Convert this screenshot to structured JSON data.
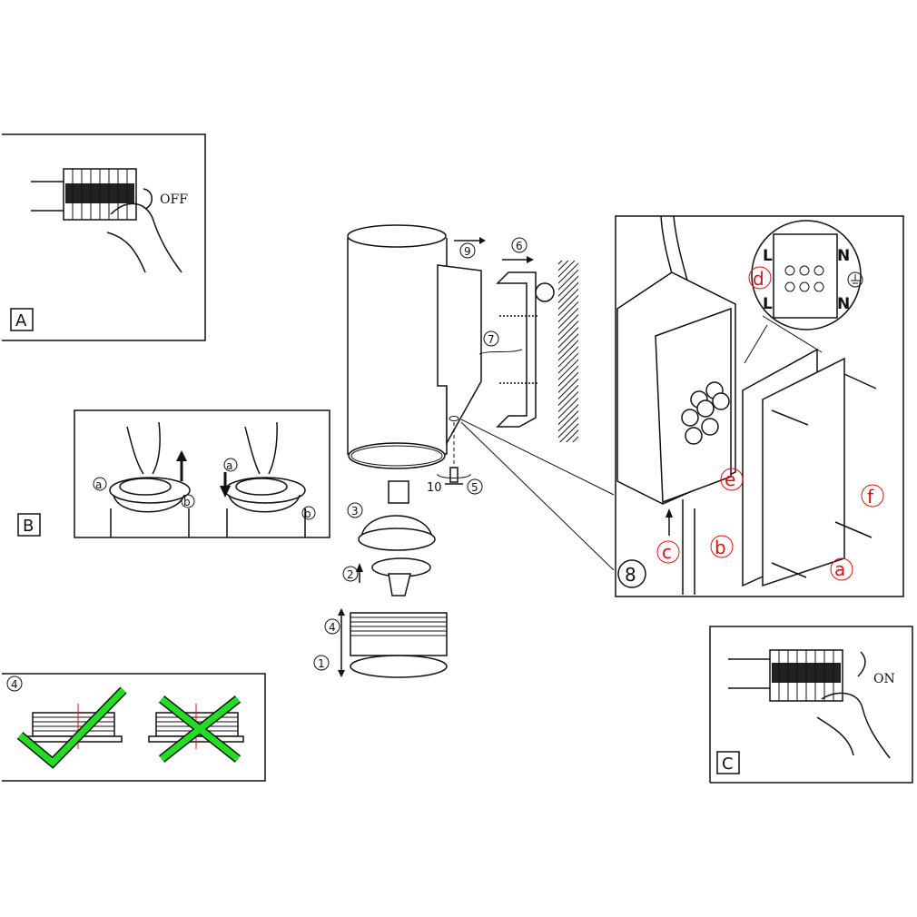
{
  "panels": {
    "a": {
      "label": "A",
      "switch_text": "OFF"
    },
    "b": {
      "label": "B",
      "marker_a": "a",
      "marker_b": "b"
    },
    "c": {
      "label": "C",
      "switch_text": "ON"
    },
    "d": {
      "label": "4"
    }
  },
  "steps": [
    "1",
    "2",
    "3",
    "4",
    "5",
    "6",
    "7",
    "8",
    "9",
    "10"
  ],
  "junction": {
    "letters": {
      "a": "a",
      "b": "b",
      "c": "c",
      "d": "d",
      "e": "e",
      "f": "f"
    },
    "terminal_labels": {
      "l_top": "L",
      "n_top": "N",
      "l_bottom": "L",
      "n_bottom": "N"
    }
  },
  "colors": {
    "accent_red": "#e01010",
    "check_green": "#22dd22",
    "cross_red": "#e01010"
  }
}
